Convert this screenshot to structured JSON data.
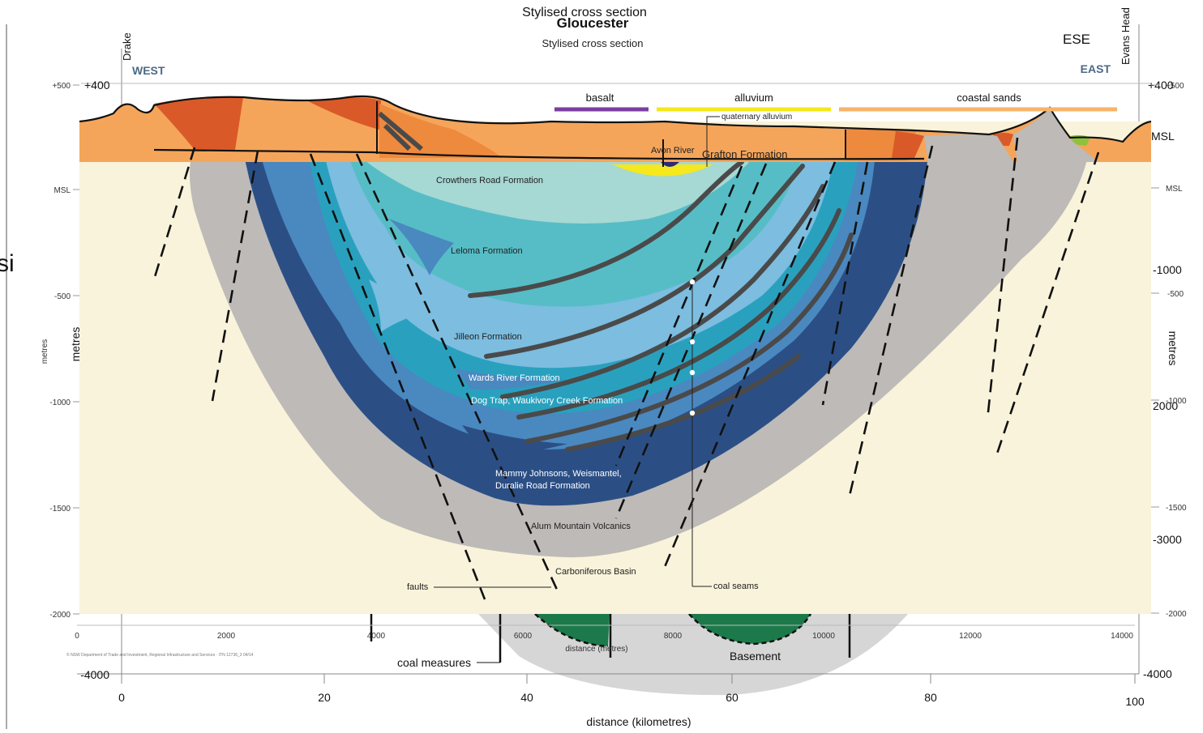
{
  "titles": {
    "top": "Stylised cross section",
    "main": "Gloucester",
    "sub": "Stylised cross section"
  },
  "edges": {
    "west": "WEST",
    "east": "EAST",
    "ese": "ESE",
    "drake": "Drake",
    "evans_head": "Evans Head"
  },
  "legend": {
    "basalt": "basalt",
    "alluvium": "alluvium",
    "coastal_sands": "coastal sands",
    "quaternary_alluvium": "quaternary alluvium",
    "colors": {
      "basalt": "#7b3fa0",
      "alluvium": "#f5e81c",
      "coastal_sands": "#f6b36a"
    }
  },
  "formations": {
    "avon_river": "Avon River",
    "grafton": "Grafton Formation",
    "crowthers": "Crowthers Road Formation",
    "leloma": "Leloma Formation",
    "jilleon": "Jilleon Formation",
    "wards_river": "Wards River Formation",
    "dog_trap": "Dog Trap, Waukivory Creek Formation",
    "mammy_1": "Mammy Johnsons, Weismantel,",
    "mammy_2": "Duralie Road Formation",
    "alum": "Alum Mountain Volcanics",
    "carboniferous": "Carboniferous Basin",
    "faults": "faults",
    "coal_seams": "coal seams",
    "coal_measures": "coal measures",
    "basement": "Basement"
  },
  "left_axis_inner": {
    "ticks": [
      "+500",
      "MSL",
      "-500",
      "-1000",
      "-1500",
      "-2000"
    ],
    "label": "metres",
    "top_marker": "+400"
  },
  "left_axis_outer": {
    "ticks": [
      "-4000"
    ],
    "label": "metres"
  },
  "left_clip": "si",
  "right_axis_inner": {
    "ticks": [
      "+500",
      "MSL",
      "-500",
      "-1000",
      "-1500",
      "-2000"
    ]
  },
  "right_axis_outer": {
    "ticks": [
      "+400",
      "MSL",
      "-1000",
      "2000",
      "-3000",
      "-4000"
    ],
    "label": "metres"
  },
  "bottom_axis_inner": {
    "ticks": [
      "0",
      "2000",
      "4000",
      "6000",
      "8000",
      "10000",
      "12000",
      "14000"
    ],
    "label": "distance (metres)"
  },
  "bottom_axis_outer": {
    "ticks": [
      "0",
      "20",
      "40",
      "60",
      "80",
      "100"
    ],
    "label": "distance (kilometres)"
  },
  "copyright": "© NSW Department of Trade and Investment, Regional Infrastructure and Services · ITN 12736_3 04/14"
}
